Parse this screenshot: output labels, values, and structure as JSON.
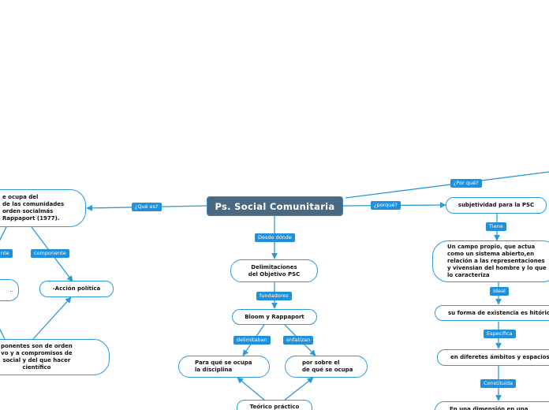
{
  "map": {
    "root": "Ps. Social Comunitaria",
    "nodes": {
      "definition": "e ocupa del\nde las comunidades\norden socialmás\n Rappaport (1977).",
      "accion_politica": "-Acción política",
      "left_small": "..",
      "components": "ponentes son de orden\nvo y a compromisos de\nsocial y del que hacer\ncientífico",
      "delimitaciones": "Delimitaciones\ndel Objetivo PSC",
      "bloom": "Bloom y Rappaport",
      "para_que": "Para qué se ocupa\nla disciplina",
      "por_sobre": "por sobre el\nde qué se ocupa",
      "teorico": "Teórico práctico",
      "subjetividad": "subjetividad para la PSC",
      "campo": "Un campo propio, que actua\ncomo un sistema abierto,en\nrelación a las representaciones\ny vivensian del hombre y lo que\nlo caracteriza",
      "existencia": "su forma de existencia es hitórica",
      "ambitos": "en diferetes ámbitos y espacios",
      "dimension": "En una dimensión en una"
    },
    "labels": {
      "que_es": "¿Qué es?",
      "porque": "¿porqué?",
      "por_que": "¿Por qué?",
      "desde_donde": "Desde dónde",
      "fundadores": "fundadores",
      "delimitaban": "delimitaban",
      "enfatizan": "enfatizan",
      "componente": "componente",
      "componente_left": "nte",
      "tiene": "Tiene",
      "ideal": "Ideal",
      "especifica": "Especifica",
      "constituida": "Constituida"
    },
    "colors": {
      "root_fill": "#4a6880",
      "accent": "#1e90dd",
      "line": "#2c9ad8"
    }
  }
}
